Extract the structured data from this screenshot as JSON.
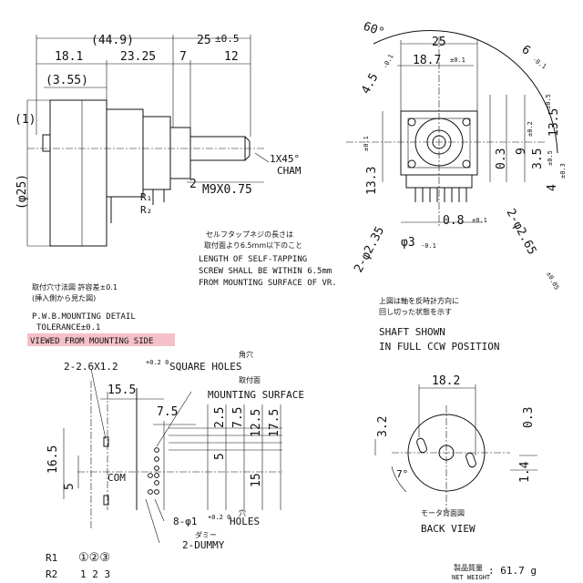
{
  "colors": {
    "ink": "#111111",
    "highlight": "#f5c0c8",
    "paper": "#ffffff"
  },
  "side_view": {
    "d_overall": "(44.9)",
    "d_25": "25",
    "d_25_tol": "±0.5",
    "d_18_1": "18.1",
    "d_23_25": "23.25",
    "d_7": "7",
    "d_12": "12",
    "d_3_55": "(3.55)",
    "d_1": "(1)",
    "d_phi25": "(φ25)",
    "thread": "M9X0.75",
    "d_2": "2",
    "chamfer_a": "1X45°",
    "chamfer_b": "CHAM",
    "r1": "R₁",
    "r2": "R₂"
  },
  "front_view": {
    "d_25_top": "25",
    "d_18_7": "18.7",
    "d_18_7_tol": "±0.1",
    "d_60": "60°",
    "d_4_5": "4.5",
    "d_4_5_tol": "-0.1",
    "d_6": "6",
    "d_6_tol": "-0.1",
    "d_13_5": "13.5",
    "d_13_5_tol": "±0.5",
    "d_9": "9",
    "d_9_tol": "±0.2",
    "d_0_3": "0.3",
    "d_3_5": "3.5",
    "d_3_5_tol": "±0.5",
    "d_4": "4",
    "d_4_tol": "±0.3",
    "d_13_3": "13.3",
    "d_13_3_tol": "±0.1",
    "d_2phi2_35": "2-φ2.35",
    "d_0_8": "0.8",
    "d_0_8_tol": "±0.1",
    "d_phi3": "φ3",
    "d_phi3_tol": "-0.1",
    "d_2phi2_65": "2-φ2.65",
    "d_2phi2_65_tol": "±0.05"
  },
  "screw_note": {
    "jp_1": "セルフタップネジの長さは",
    "jp_2": "取付面より6.5mm以下のこと",
    "line_1": "LENGTH OF SELF-TAPPING",
    "line_2": "SCREW SHALL BE WITHIN 6.5mm",
    "line_3": "FROM MOUNTING SURFACE OF VR."
  },
  "pwb_note": {
    "jp_1": "取付穴寸法図  許容差±0.1",
    "jp_2": "(挿入側から見た図)",
    "line_1": "P.W.B.MOUNTING DETAIL",
    "line_2": "TOLERANCE±0.1",
    "line_3": "VIEWED FROM MOUNTING SIDE"
  },
  "shaft_note": {
    "jp_1": "上図は軸を反時計方向に",
    "jp_2": "回し切った状態を示す",
    "line_1": "SHAFT SHOWN",
    "line_2": "IN FULL CCW POSITION"
  },
  "pwb_detail": {
    "jp_square": "角穴",
    "square_holes": "2-2.6X1.2",
    "square_holes_tol": "+0.2 0",
    "square_holes_b": "SQUARE HOLES",
    "jp_mount": "取付面",
    "mounting_surface": "MOUNTING SURFACE",
    "d_15_5": "15.5",
    "d_7_5": "7.5",
    "d_2_5": "2.5",
    "d_7_5b": "7.5",
    "d_5": "5",
    "d_12_5": "12.5",
    "d_15": "15",
    "d_17_5": "17.5",
    "d_16_5": "16.5",
    "d_5_left": "5",
    "com": "COM",
    "jp_hole": "穴",
    "holes": "8-φ1",
    "holes_tol": "+0.2 0",
    "holes_b": "HOLES",
    "jp_dummy": "ダミー",
    "dummy": "2-DUMMY"
  },
  "back_view": {
    "d_18_2": "18.2",
    "d_3_2": "3.2",
    "d_0_3": "0.3",
    "d_1_4": "1.4",
    "d_7deg": "7°",
    "jp": "モータ背面図",
    "label": "BACK VIEW"
  },
  "legend": {
    "r1": "R1",
    "r1_pins": "①②③",
    "r2": "R2",
    "r2_pins": "1 2 3"
  },
  "weight": {
    "jp": "製品質量",
    "label": "NET WEIGHT",
    "value": ": 61.7 g"
  }
}
